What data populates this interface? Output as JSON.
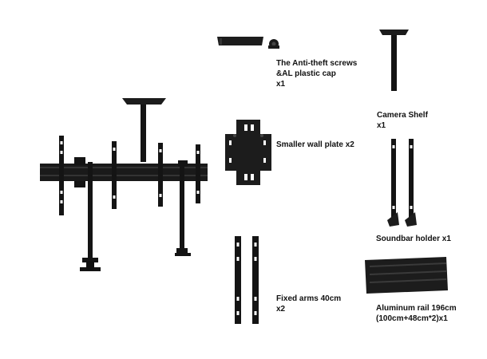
{
  "parts": {
    "screws": {
      "line1": "The Anti-theft screws",
      "line2": "&AL plastic cap",
      "line3": "x1"
    },
    "camera_shelf": {
      "line1": "Camera Shelf",
      "line2": "x1"
    },
    "wall_plate": {
      "line1": "Smaller wall plate x2"
    },
    "soundbar_holder": {
      "line1": "Soundbar holder x1"
    },
    "fixed_arms": {
      "line1": "Fixed arms 40cm",
      "line2": "x2"
    },
    "aluminum_rail": {
      "line1": "Aluminum rail 196cm",
      "line2": "(100cm+48cm*2)x1"
    }
  },
  "colors": {
    "metal": "#1c1c1c",
    "metal_dark": "#0a0a0a",
    "hole": "#ffffff",
    "text": "#111111"
  },
  "icons": [
    "assembled-mount-icon",
    "screws-caps-icon",
    "camera-shelf-icon",
    "wall-plate-icon",
    "soundbar-holder-icon",
    "fixed-arms-icon",
    "aluminum-rail-icon"
  ]
}
